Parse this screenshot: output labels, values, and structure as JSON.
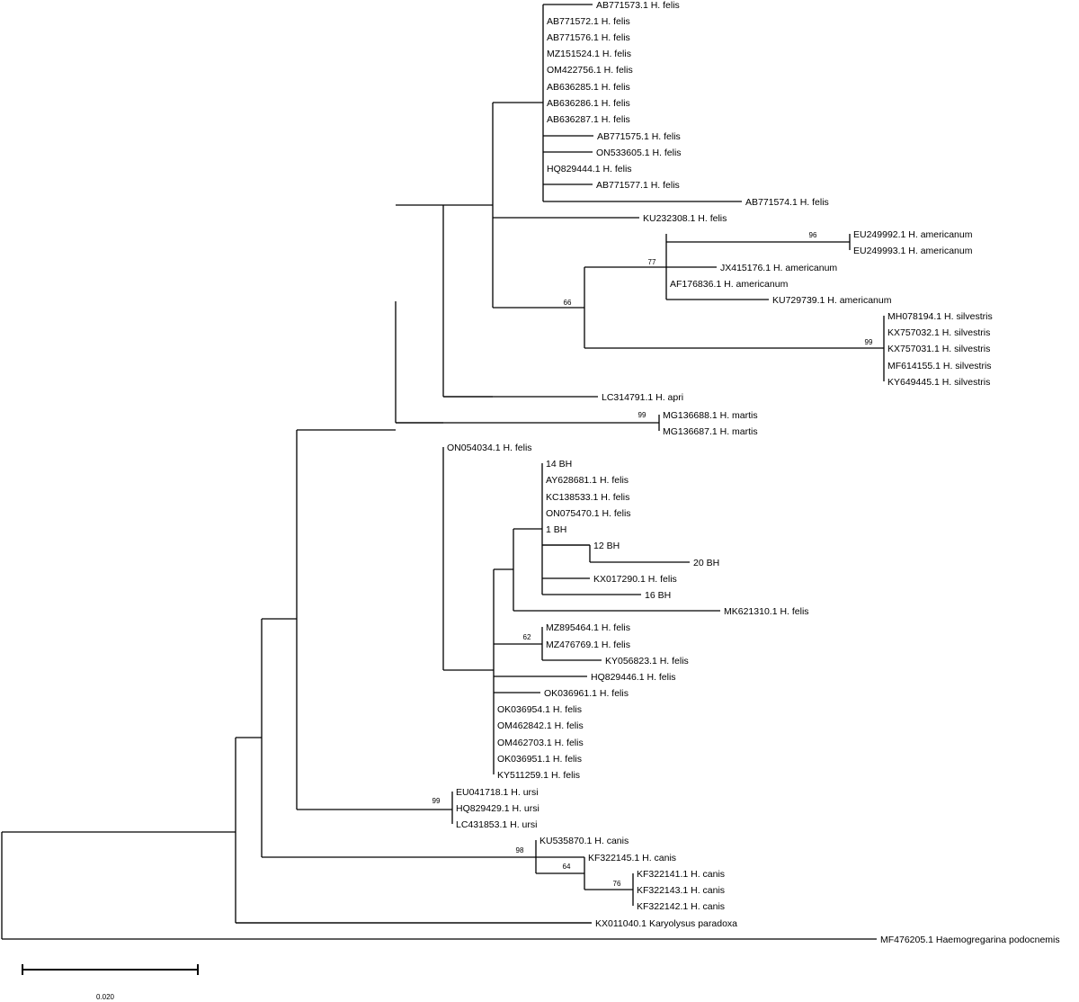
{
  "tree": {
    "labels": [
      "AB771573.1 H. felis",
      "AB771572.1 H. felis",
      "AB771576.1 H. felis",
      "MZ151524.1 H. felis",
      "OM422756.1 H. felis",
      "AB636285.1 H. felis",
      "AB636286.1 H. felis",
      "AB636287.1 H. felis",
      "AB771575.1 H. felis",
      "ON533605.1 H. felis",
      "HQ829444.1 H. felis",
      "AB771577.1 H. felis",
      "AB771574.1 H. felis",
      "KU232308.1 H. felis",
      "EU249992.1 H. americanum",
      "EU249993.1 H. americanum",
      "JX415176.1 H. americanum",
      "AF176836.1 H. americanum",
      "KU729739.1 H. americanum",
      "MH078194.1 H. silvestris",
      "KX757032.1 H. silvestris",
      "KX757031.1 H. silvestris",
      "MF614155.1 H. silvestris",
      "KY649445.1 H. silvestris",
      "LC314791.1 H. apri",
      "MG136688.1 H. martis",
      "MG136687.1 H. martis",
      "ON054034.1 H. felis",
      "14 BH",
      "AY628681.1 H. felis",
      "KC138533.1 H. felis",
      "ON075470.1 H. felis",
      "1 BH",
      "12 BH",
      "20 BH",
      "KX017290.1 H. felis",
      "16 BH",
      "MK621310.1 H. felis",
      "MZ895464.1 H. felis",
      "MZ476769.1 H. felis",
      "KY056823.1 H. felis",
      "HQ829446.1 H. felis",
      "OK036961.1 H. felis",
      "OK036954.1 H. felis",
      "OM462842.1 H. felis",
      "OM462703.1 H. felis",
      "OK036951.1 H. felis",
      "KY511259.1 H. felis",
      "EU041718.1 H. ursi",
      "HQ829429.1 H. ursi",
      "LC431853.1 H. ursi",
      "KU535870.1 H. canis",
      "KF322145.1 H. canis",
      "KF322141.1 H. canis",
      "KF322143.1 H. canis",
      "KF322142.1 H. canis",
      "KX011040.1 Karyolysus paradoxa",
      "MF476205.1 Haemogregarina podocnemis"
    ],
    "support_values": [
      "96",
      "77",
      "66",
      "99",
      "99",
      "62",
      "99",
      "98",
      "64",
      "76"
    ],
    "scale_bar_label": "0.020"
  }
}
